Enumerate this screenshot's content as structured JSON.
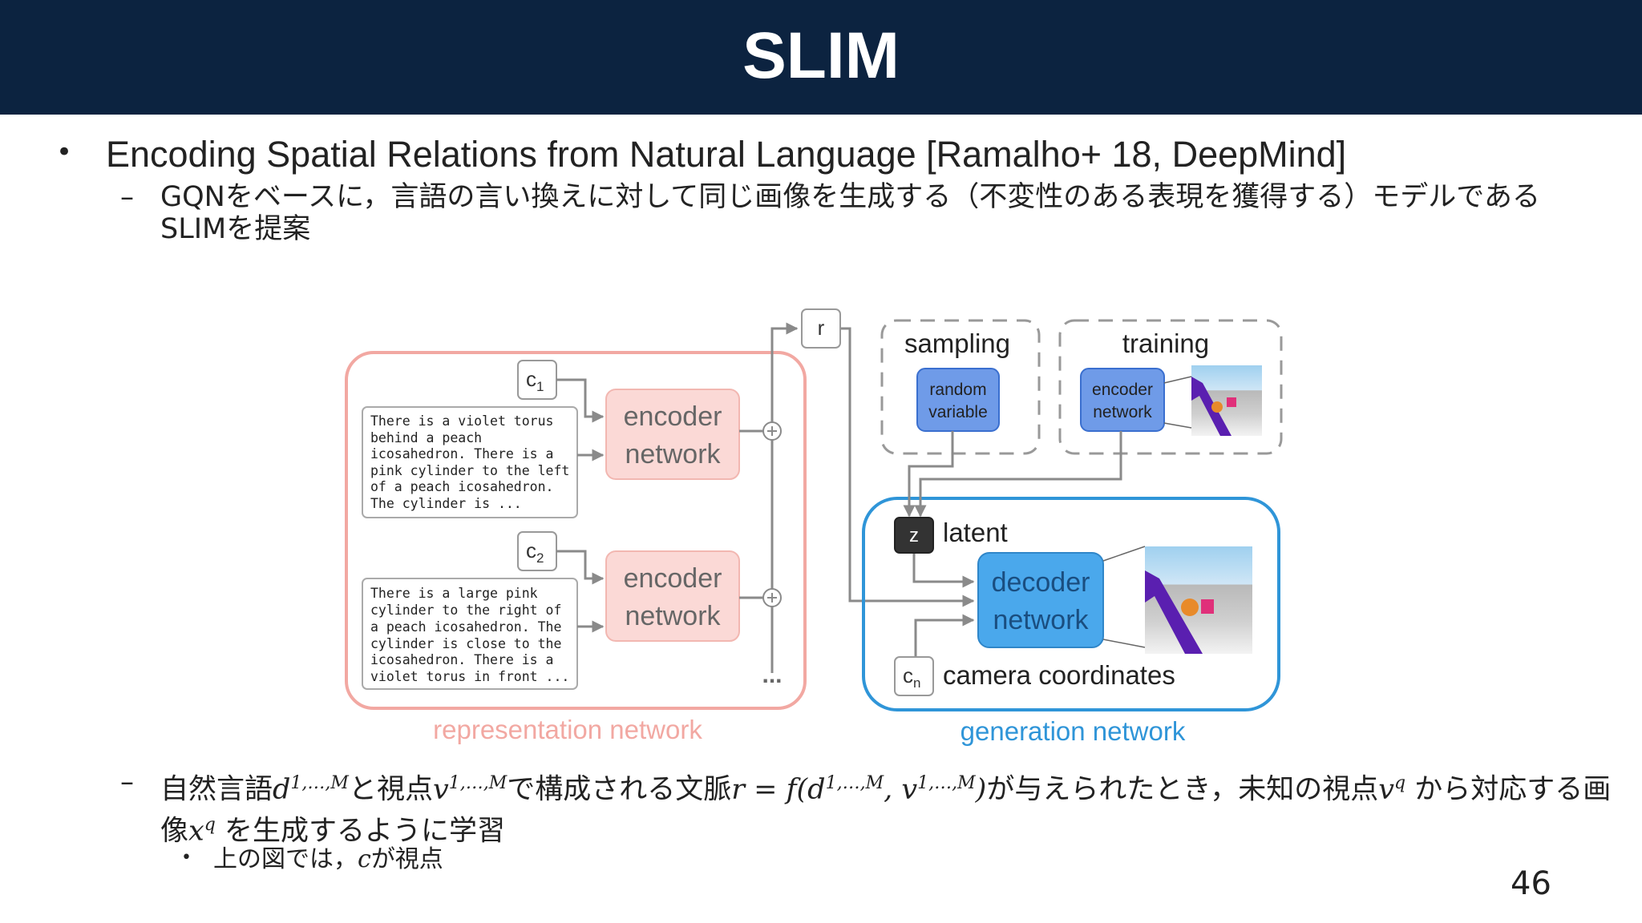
{
  "slide": {
    "title": "SLIM",
    "page_number": "46",
    "bullet_main": "Encoding Spatial Relations from Natural Language [Ramalho+ 18, DeepMind]",
    "sub_bullet_1": "GQNをベースに，言語の言い換えに対して同じ画像を生成する（不変性のある表現を獲得する）モデルであるSLIMを提案",
    "sub_bullet_2": {
      "t1": "自然言語",
      "m1": "d",
      "s1": "1,…,M",
      "t2": "と視点",
      "m2": "v",
      "s2": "1,…,M",
      "t3": "で構成される文脈",
      "m3": "r = f(d",
      "s3": "1,…,M",
      "m4": ", v",
      "s4": "1,…,M",
      "m5": ")",
      "t4": "が与えられたとき，未知の視点",
      "m6": "v",
      "s6": "q",
      "t5": " から対応する画像",
      "m7": "x",
      "s7": "q",
      "t6": " を生成するように学習"
    },
    "sub_sub_bullet": {
      "t1": "上の図では，",
      "m1": "c",
      "t2": "が視点"
    }
  },
  "diagram": {
    "c1": "c",
    "c1_sub": "1",
    "c2": "c",
    "c2_sub": "2",
    "cn": "c",
    "cn_sub": "n",
    "text1": [
      "There is a violet torus",
      "behind a peach",
      "icosahedron. There is a",
      "pink cylinder to the left",
      "of a peach icosahedron.",
      "The cylinder is ..."
    ],
    "text2": [
      "There is a large pink",
      "cylinder to the right of",
      "a peach icosahedron. The",
      "cylinder is close to the",
      "icosahedron. There is a",
      "violet torus in front ..."
    ],
    "encoder_line1": "encoder",
    "encoder_line2": "network",
    "ellipsis": "...",
    "representation_label": "representation network",
    "r_label": "r",
    "sampling_label": "sampling",
    "training_label": "training",
    "random_line1": "random",
    "random_line2": "variable",
    "small_encoder_line1": "encoder",
    "small_encoder_line2": "network",
    "z_label": "z",
    "latent_label": "latent",
    "decoder_line1": "decoder",
    "decoder_line2": "network",
    "camera_label": "camera coordinates",
    "generation_label": "generation network",
    "colors": {
      "representation": "#f2a8a2",
      "encoder_fill": "#fbd9d6",
      "generation": "#2f95d8",
      "decoder_fill": "#4aa8ec",
      "small_box_fill": "#6f9be8",
      "arrow": "#8a8a8a"
    }
  }
}
